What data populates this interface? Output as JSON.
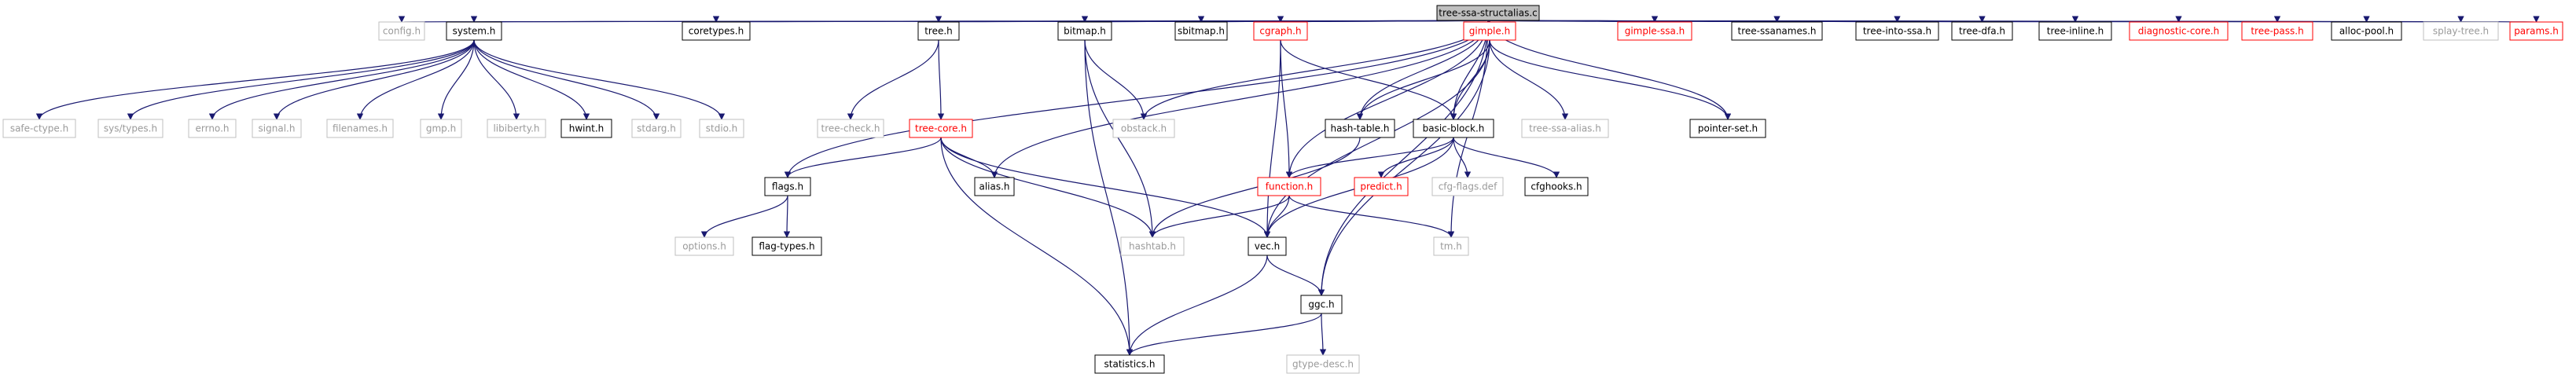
{
  "title": "tree-ssa-structalias.c",
  "colors": {
    "edge": "#191970",
    "root_fill": "#bfbfbf",
    "border_normal": "#000000",
    "border_missing": "#bfbfbf",
    "border_truncated": "#ff0000",
    "text_normal": "#000000",
    "text_missing": "#9a9a9a",
    "text_truncated": "#ff0000"
  },
  "nodes": [
    {
      "id": "root",
      "label": "tree-ssa-structalias.c",
      "style": "root"
    },
    {
      "id": "config",
      "label": "config.h",
      "style": "missing"
    },
    {
      "id": "system",
      "label": "system.h",
      "style": "normal"
    },
    {
      "id": "coretypes",
      "label": "coretypes.h",
      "style": "normal"
    },
    {
      "id": "tree",
      "label": "tree.h",
      "style": "normal"
    },
    {
      "id": "bitmap",
      "label": "bitmap.h",
      "style": "normal"
    },
    {
      "id": "sbitmap",
      "label": "sbitmap.h",
      "style": "normal"
    },
    {
      "id": "cgraph",
      "label": "cgraph.h",
      "style": "truncated"
    },
    {
      "id": "gimple",
      "label": "gimple.h",
      "style": "truncated"
    },
    {
      "id": "gimplessa",
      "label": "gimple-ssa.h",
      "style": "truncated"
    },
    {
      "id": "treessanames",
      "label": "tree-ssanames.h",
      "style": "normal"
    },
    {
      "id": "treeintossa",
      "label": "tree-into-ssa.h",
      "style": "normal"
    },
    {
      "id": "treedfa",
      "label": "tree-dfa.h",
      "style": "normal"
    },
    {
      "id": "treeinline",
      "label": "tree-inline.h",
      "style": "normal"
    },
    {
      "id": "diagcore",
      "label": "diagnostic-core.h",
      "style": "truncated"
    },
    {
      "id": "treepass",
      "label": "tree-pass.h",
      "style": "truncated"
    },
    {
      "id": "allocpool",
      "label": "alloc-pool.h",
      "style": "normal"
    },
    {
      "id": "splaytree",
      "label": "splay-tree.h",
      "style": "missing"
    },
    {
      "id": "params",
      "label": "params.h",
      "style": "truncated"
    },
    {
      "id": "safectype",
      "label": "safe-ctype.h",
      "style": "missing"
    },
    {
      "id": "systypes",
      "label": "sys/types.h",
      "style": "missing"
    },
    {
      "id": "errno",
      "label": "errno.h",
      "style": "missing"
    },
    {
      "id": "signal",
      "label": "signal.h",
      "style": "missing"
    },
    {
      "id": "filenames",
      "label": "filenames.h",
      "style": "missing"
    },
    {
      "id": "gmp",
      "label": "gmp.h",
      "style": "missing"
    },
    {
      "id": "libiberty",
      "label": "libiberty.h",
      "style": "missing"
    },
    {
      "id": "hwint",
      "label": "hwint.h",
      "style": "normal"
    },
    {
      "id": "stdarg",
      "label": "stdarg.h",
      "style": "missing"
    },
    {
      "id": "stdio",
      "label": "stdio.h",
      "style": "missing"
    },
    {
      "id": "treecheck",
      "label": "tree-check.h",
      "style": "missing"
    },
    {
      "id": "treecore",
      "label": "tree-core.h",
      "style": "truncated"
    },
    {
      "id": "obstack",
      "label": "obstack.h",
      "style": "missing"
    },
    {
      "id": "hashtable",
      "label": "hash-table.h",
      "style": "normal"
    },
    {
      "id": "basicblock",
      "label": "basic-block.h",
      "style": "normal"
    },
    {
      "id": "treessaalias",
      "label": "tree-ssa-alias.h",
      "style": "missing"
    },
    {
      "id": "pointerset",
      "label": "pointer-set.h",
      "style": "normal"
    },
    {
      "id": "flags",
      "label": "flags.h",
      "style": "normal"
    },
    {
      "id": "alias",
      "label": "alias.h",
      "style": "normal"
    },
    {
      "id": "function",
      "label": "function.h",
      "style": "truncated"
    },
    {
      "id": "predict",
      "label": "predict.h",
      "style": "truncated"
    },
    {
      "id": "cfgflags",
      "label": "cfg-flags.def",
      "style": "missing"
    },
    {
      "id": "cfghooks",
      "label": "cfghooks.h",
      "style": "normal"
    },
    {
      "id": "options",
      "label": "options.h",
      "style": "missing"
    },
    {
      "id": "flagtypes",
      "label": "flag-types.h",
      "style": "normal"
    },
    {
      "id": "hashtab",
      "label": "hashtab.h",
      "style": "missing"
    },
    {
      "id": "vec",
      "label": "vec.h",
      "style": "normal"
    },
    {
      "id": "tm",
      "label": "tm.h",
      "style": "missing"
    },
    {
      "id": "ggc",
      "label": "ggc.h",
      "style": "normal"
    },
    {
      "id": "statistics",
      "label": "statistics.h",
      "style": "normal"
    },
    {
      "id": "gtypedesc",
      "label": "gtype-desc.h",
      "style": "missing"
    }
  ],
  "edges": [
    [
      "root",
      "config"
    ],
    [
      "root",
      "system"
    ],
    [
      "root",
      "coretypes"
    ],
    [
      "root",
      "tree"
    ],
    [
      "root",
      "bitmap"
    ],
    [
      "root",
      "sbitmap"
    ],
    [
      "root",
      "cgraph"
    ],
    [
      "root",
      "gimple"
    ],
    [
      "root",
      "gimplessa"
    ],
    [
      "root",
      "treessanames"
    ],
    [
      "root",
      "treeintossa"
    ],
    [
      "root",
      "treedfa"
    ],
    [
      "root",
      "treeinline"
    ],
    [
      "root",
      "diagcore"
    ],
    [
      "root",
      "treepass"
    ],
    [
      "root",
      "allocpool"
    ],
    [
      "root",
      "splaytree"
    ],
    [
      "root",
      "params"
    ],
    [
      "root",
      "obstack"
    ],
    [
      "root",
      "hashtable"
    ],
    [
      "root",
      "basicblock"
    ],
    [
      "root",
      "pointerset"
    ],
    [
      "root",
      "flags"
    ],
    [
      "root",
      "alias"
    ],
    [
      "root",
      "function"
    ],
    [
      "root",
      "tm"
    ],
    [
      "root",
      "ggc"
    ],
    [
      "system",
      "safectype"
    ],
    [
      "system",
      "systypes"
    ],
    [
      "system",
      "errno"
    ],
    [
      "system",
      "signal"
    ],
    [
      "system",
      "filenames"
    ],
    [
      "system",
      "gmp"
    ],
    [
      "system",
      "libiberty"
    ],
    [
      "system",
      "hwint"
    ],
    [
      "system",
      "stdarg"
    ],
    [
      "system",
      "stdio"
    ],
    [
      "tree",
      "treecheck"
    ],
    [
      "tree",
      "treecore"
    ],
    [
      "treecore",
      "flags"
    ],
    [
      "treecore",
      "alias"
    ],
    [
      "treecore",
      "hashtab"
    ],
    [
      "treecore",
      "vec"
    ],
    [
      "treecore",
      "statistics"
    ],
    [
      "bitmap",
      "obstack"
    ],
    [
      "bitmap",
      "hashtab"
    ],
    [
      "bitmap",
      "statistics"
    ],
    [
      "cgraph",
      "basicblock"
    ],
    [
      "cgraph",
      "function"
    ],
    [
      "cgraph",
      "vec"
    ],
    [
      "gimple",
      "hashtable"
    ],
    [
      "gimple",
      "basicblock"
    ],
    [
      "gimple",
      "treessaalias"
    ],
    [
      "gimple",
      "pointerset"
    ],
    [
      "gimple",
      "vec"
    ],
    [
      "gimple",
      "ggc"
    ],
    [
      "hashtable",
      "hashtab"
    ],
    [
      "basicblock",
      "predict"
    ],
    [
      "basicblock",
      "cfgflags"
    ],
    [
      "basicblock",
      "cfghooks"
    ],
    [
      "basicblock",
      "function"
    ],
    [
      "basicblock",
      "vec"
    ],
    [
      "function",
      "hashtab"
    ],
    [
      "function",
      "vec"
    ],
    [
      "function",
      "tm"
    ],
    [
      "flags",
      "options"
    ],
    [
      "flags",
      "flagtypes"
    ],
    [
      "vec",
      "ggc"
    ],
    [
      "vec",
      "statistics"
    ],
    [
      "ggc",
      "statistics"
    ],
    [
      "ggc",
      "gtypedesc"
    ]
  ]
}
